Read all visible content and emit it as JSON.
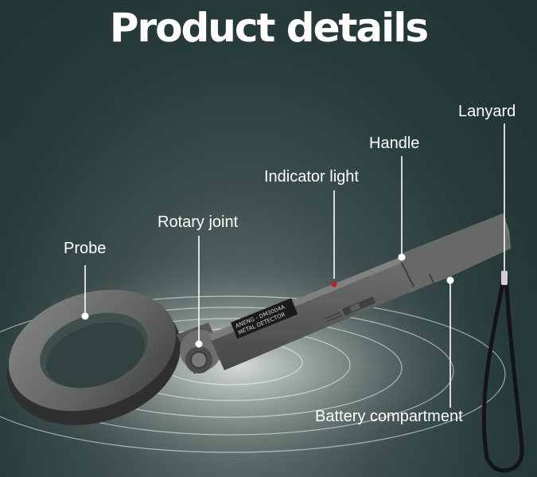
{
  "title": "Product details",
  "callouts": {
    "probe": "Probe",
    "rotary_joint": "Rotary joint",
    "indicator_light": "Indicator light",
    "handle": "Handle",
    "lanyard": "Lanyard",
    "battery_compartment": "Battery compartment"
  },
  "device": {
    "brand_text": "ANENG - DM3004A",
    "model_text": "METAL DETECTOR"
  },
  "colors": {
    "background": "#263a3a",
    "device_body": "#6a6c6b",
    "indicator": "#c41c1c",
    "callout_line": "#ffffff"
  }
}
